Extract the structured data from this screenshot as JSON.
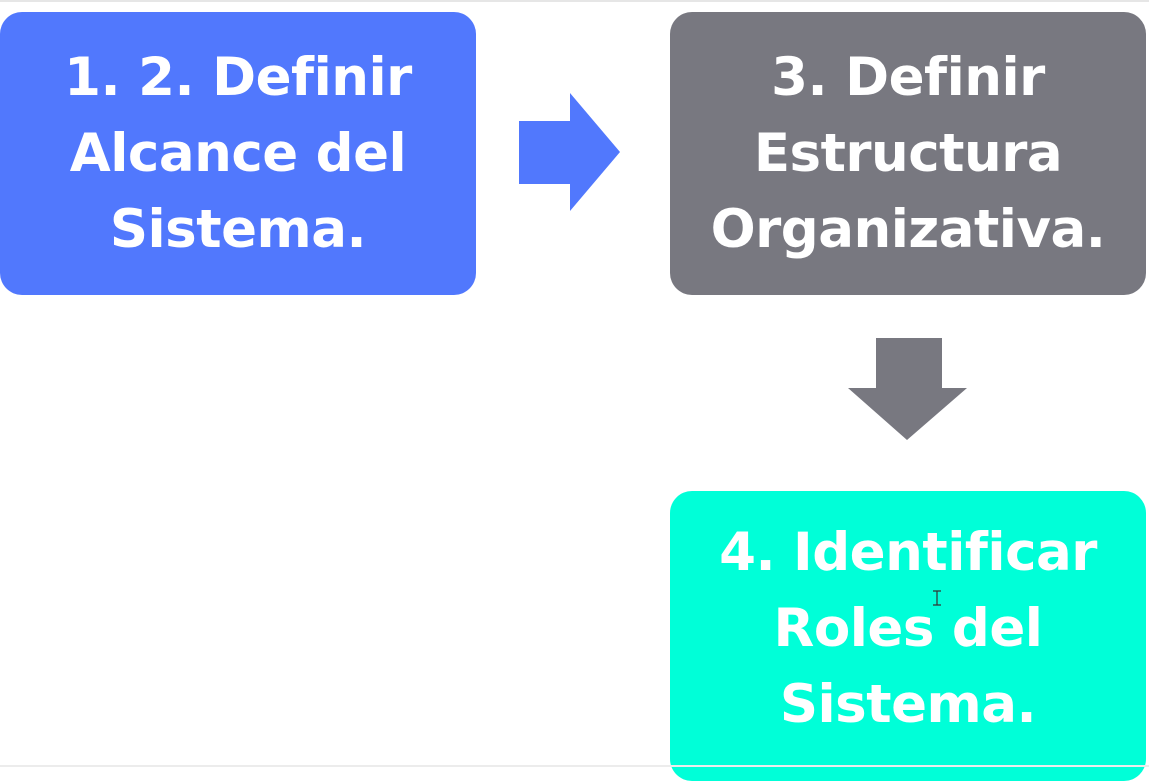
{
  "diagram": {
    "steps": [
      {
        "label": "1. 2. Definir\nAlcance del\nSistema.",
        "color": "#5178fd"
      },
      {
        "label": "3. Definir\nEstructura\nOrganizativa.",
        "color": "#787880"
      },
      {
        "label": "4. Identificar\nRoles del\nSistema.",
        "color": "#00ffd8"
      }
    ],
    "arrows": [
      {
        "direction": "right",
        "color": "#5178fd"
      },
      {
        "direction": "down",
        "color": "#787880"
      }
    ]
  },
  "cursor": {
    "icon": "text-cursor-icon"
  }
}
